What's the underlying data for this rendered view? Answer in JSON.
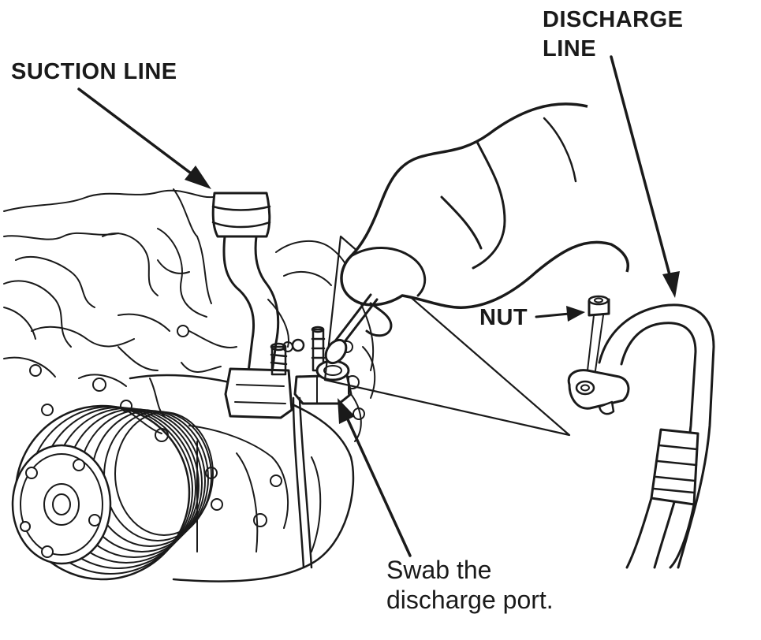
{
  "labels": {
    "suction_line": "SUCTION LINE",
    "discharge_line_1": "DISCHARGE",
    "discharge_line_2": "LINE",
    "nut": "NUT",
    "caption_1": "Swab the",
    "caption_2": "discharge port."
  },
  "colors": {
    "ink": "#1a1a1a",
    "background": "#ffffff"
  }
}
